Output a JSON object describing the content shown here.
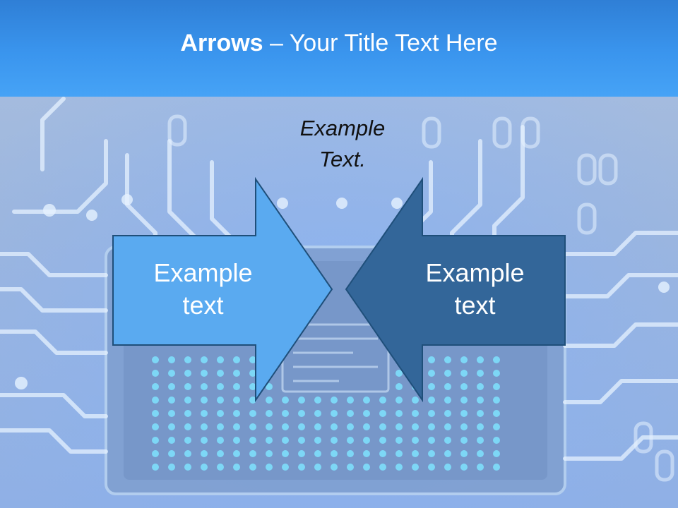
{
  "slide": {
    "title_bold": "Arrows",
    "title_rest": " – Your Title Text Here",
    "caption_line1": "Example",
    "caption_line2": "Text.",
    "left_arrow": {
      "line1": "Example",
      "line2": "text"
    },
    "right_arrow": {
      "line1": "Example",
      "line2": "text"
    }
  },
  "colors": {
    "header": "#3a95ee",
    "left_arrow_fill": "#5aaaf0",
    "right_arrow_fill": "#336699",
    "arrow_outline": "#1f4f7a",
    "caption_text": "#111111"
  }
}
